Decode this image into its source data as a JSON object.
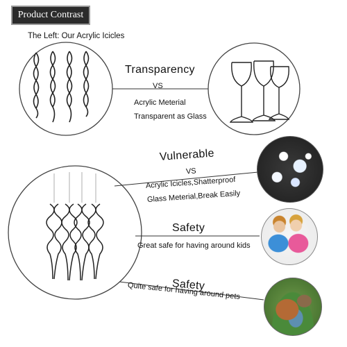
{
  "badge": "Product Contrast",
  "subtitle": "The Left: Our Acrylic Icicles",
  "sections": {
    "transparency": {
      "heading": "Transparency",
      "vs": "VS",
      "line1": "Acrylic Meterial",
      "line2": "Transparent as Glass"
    },
    "vulnerable": {
      "heading": "Vulnerable",
      "vs": "VS",
      "line1": "Acrylic Icicles,Shatterproof",
      "line2": "Glass Meterial,Break Easily"
    },
    "safety_kids": {
      "heading": "Safety",
      "line1": "Great safe for having around kids"
    },
    "safety_pets": {
      "heading": "Safety",
      "line1": "Quite safe for having around pets"
    }
  },
  "colors": {
    "badge_bg": "#2b2b2b",
    "line": "#333333",
    "circle_border": "#444444"
  },
  "icons": [
    "wine-glasses-icon",
    "shattered-glass-icon",
    "kids-photo-icon",
    "dog-photo-icon",
    "acrylic-icicle-icon"
  ]
}
